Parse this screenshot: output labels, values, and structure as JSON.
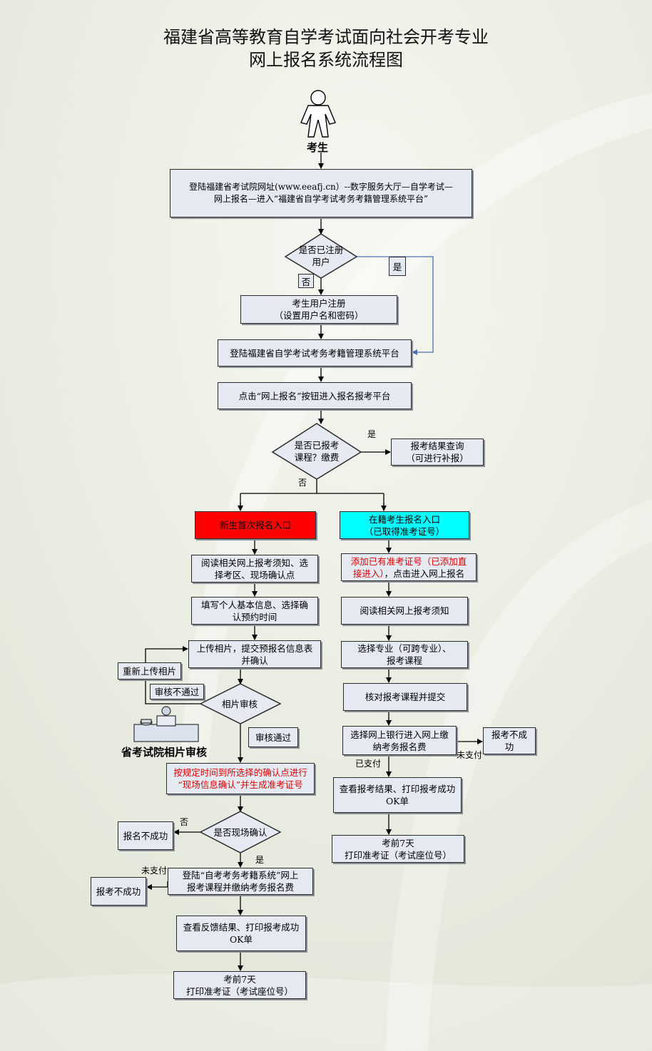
{
  "title": {
    "line1": "福建省高等教育自学考试面向社会开考专业",
    "line2": "网上报名系统流程图"
  },
  "actor": {
    "label": "考生",
    "icon": "person-icon"
  },
  "steps": {
    "login_site": {
      "line1": "登陆福建省考试院网址(www.eeafj.cn）--数字服务大厅—自学考试—",
      "line2": "网上报名—进入“福建省自学考试考务考籍管理系统平台”"
    },
    "registered_q": {
      "line1": "是否已注册",
      "line2": "用户"
    },
    "register": {
      "line1": "考生用户注册",
      "line2": "（设置用户名和密码）"
    },
    "login_platform": "登陆福建省自学考试考务考籍管理系统平台",
    "click_apply": "点击“网上报名”按钮进入报名报考平台",
    "applied_q": {
      "line1": "是否已报考",
      "line2": "课程？缴费"
    },
    "result_query": {
      "line1": "报考结果查询",
      "line2": "（可进行补报）"
    },
    "new_entry": "新生首次报名入口",
    "old_entry": {
      "line1": "在籍考生报名入口",
      "line2": "（已取得准考证号）"
    },
    "new_read": {
      "line1": "阅读相关网上报考须知、选",
      "line2": "择考区、现场确认点"
    },
    "new_fill": {
      "line1": "填写个人基本信息、选择确",
      "line2": "认预约时间"
    },
    "upload": {
      "line1": "上传相片，提交预报名信息表",
      "line2": "并确认"
    },
    "reupload": "重新上传相片",
    "photo_fail": "审核不通过",
    "photo_review_q": "相片审核",
    "photo_pass": "审核通过",
    "reviewer_caption": "省考试院相片审核",
    "onsite_confirm": {
      "line1": "按规定时间到所选择的确认点进行",
      "line2": "“现场信息确认”并生成准考证号"
    },
    "onsite_q": "是否现场确认",
    "signup_fail": "报名不成功",
    "new_pay": {
      "line1": "登陆“自考考务考籍系统”网上",
      "line2": "报考课程并缴纳考务报名费"
    },
    "new_apply_fail": "报考不成功",
    "new_view": {
      "line1": "查看反馈结果、打印报考成功",
      "line2": "OK单"
    },
    "new_print": {
      "line1": "考前7天",
      "line2": "打印准考证（考试座位号）"
    },
    "old_add": {
      "line1a": "添加已有准考证号（已添加直",
      "line2a": "接进入）",
      "line2b": "，点击进入网上报名"
    },
    "old_read": "阅读相关网上报考须知",
    "old_select": {
      "line1": "选择专业（可跨专业）、",
      "line2": "报考课程"
    },
    "old_check": "核对报考课程并提交",
    "old_bank": {
      "line1": "选择网上银行进入网上缴",
      "line2": "纳考务报名费"
    },
    "old_apply_fail": "报考不成功",
    "old_view": {
      "line1": "查看报考结果、打印报考成功",
      "line2": "OK单"
    },
    "old_print": {
      "line1": "考前7天",
      "line2": "打印准考证（考试座位号）"
    }
  },
  "labels": {
    "yes": "是",
    "no": "否",
    "yes2": "是",
    "no2": "否",
    "yes3": "是",
    "no3": "否",
    "unpaid_old": "未支付",
    "paid_old": "已支付",
    "unpaid_new": "未支付"
  },
  "colors": {
    "box_fill": "#e4e9f2",
    "new_entry_fill": "#ff0000",
    "old_entry_fill": "#00ffff",
    "highlight_text": "#e00000",
    "connector_blue": "#4a72b0",
    "background": "#eef0e6"
  }
}
